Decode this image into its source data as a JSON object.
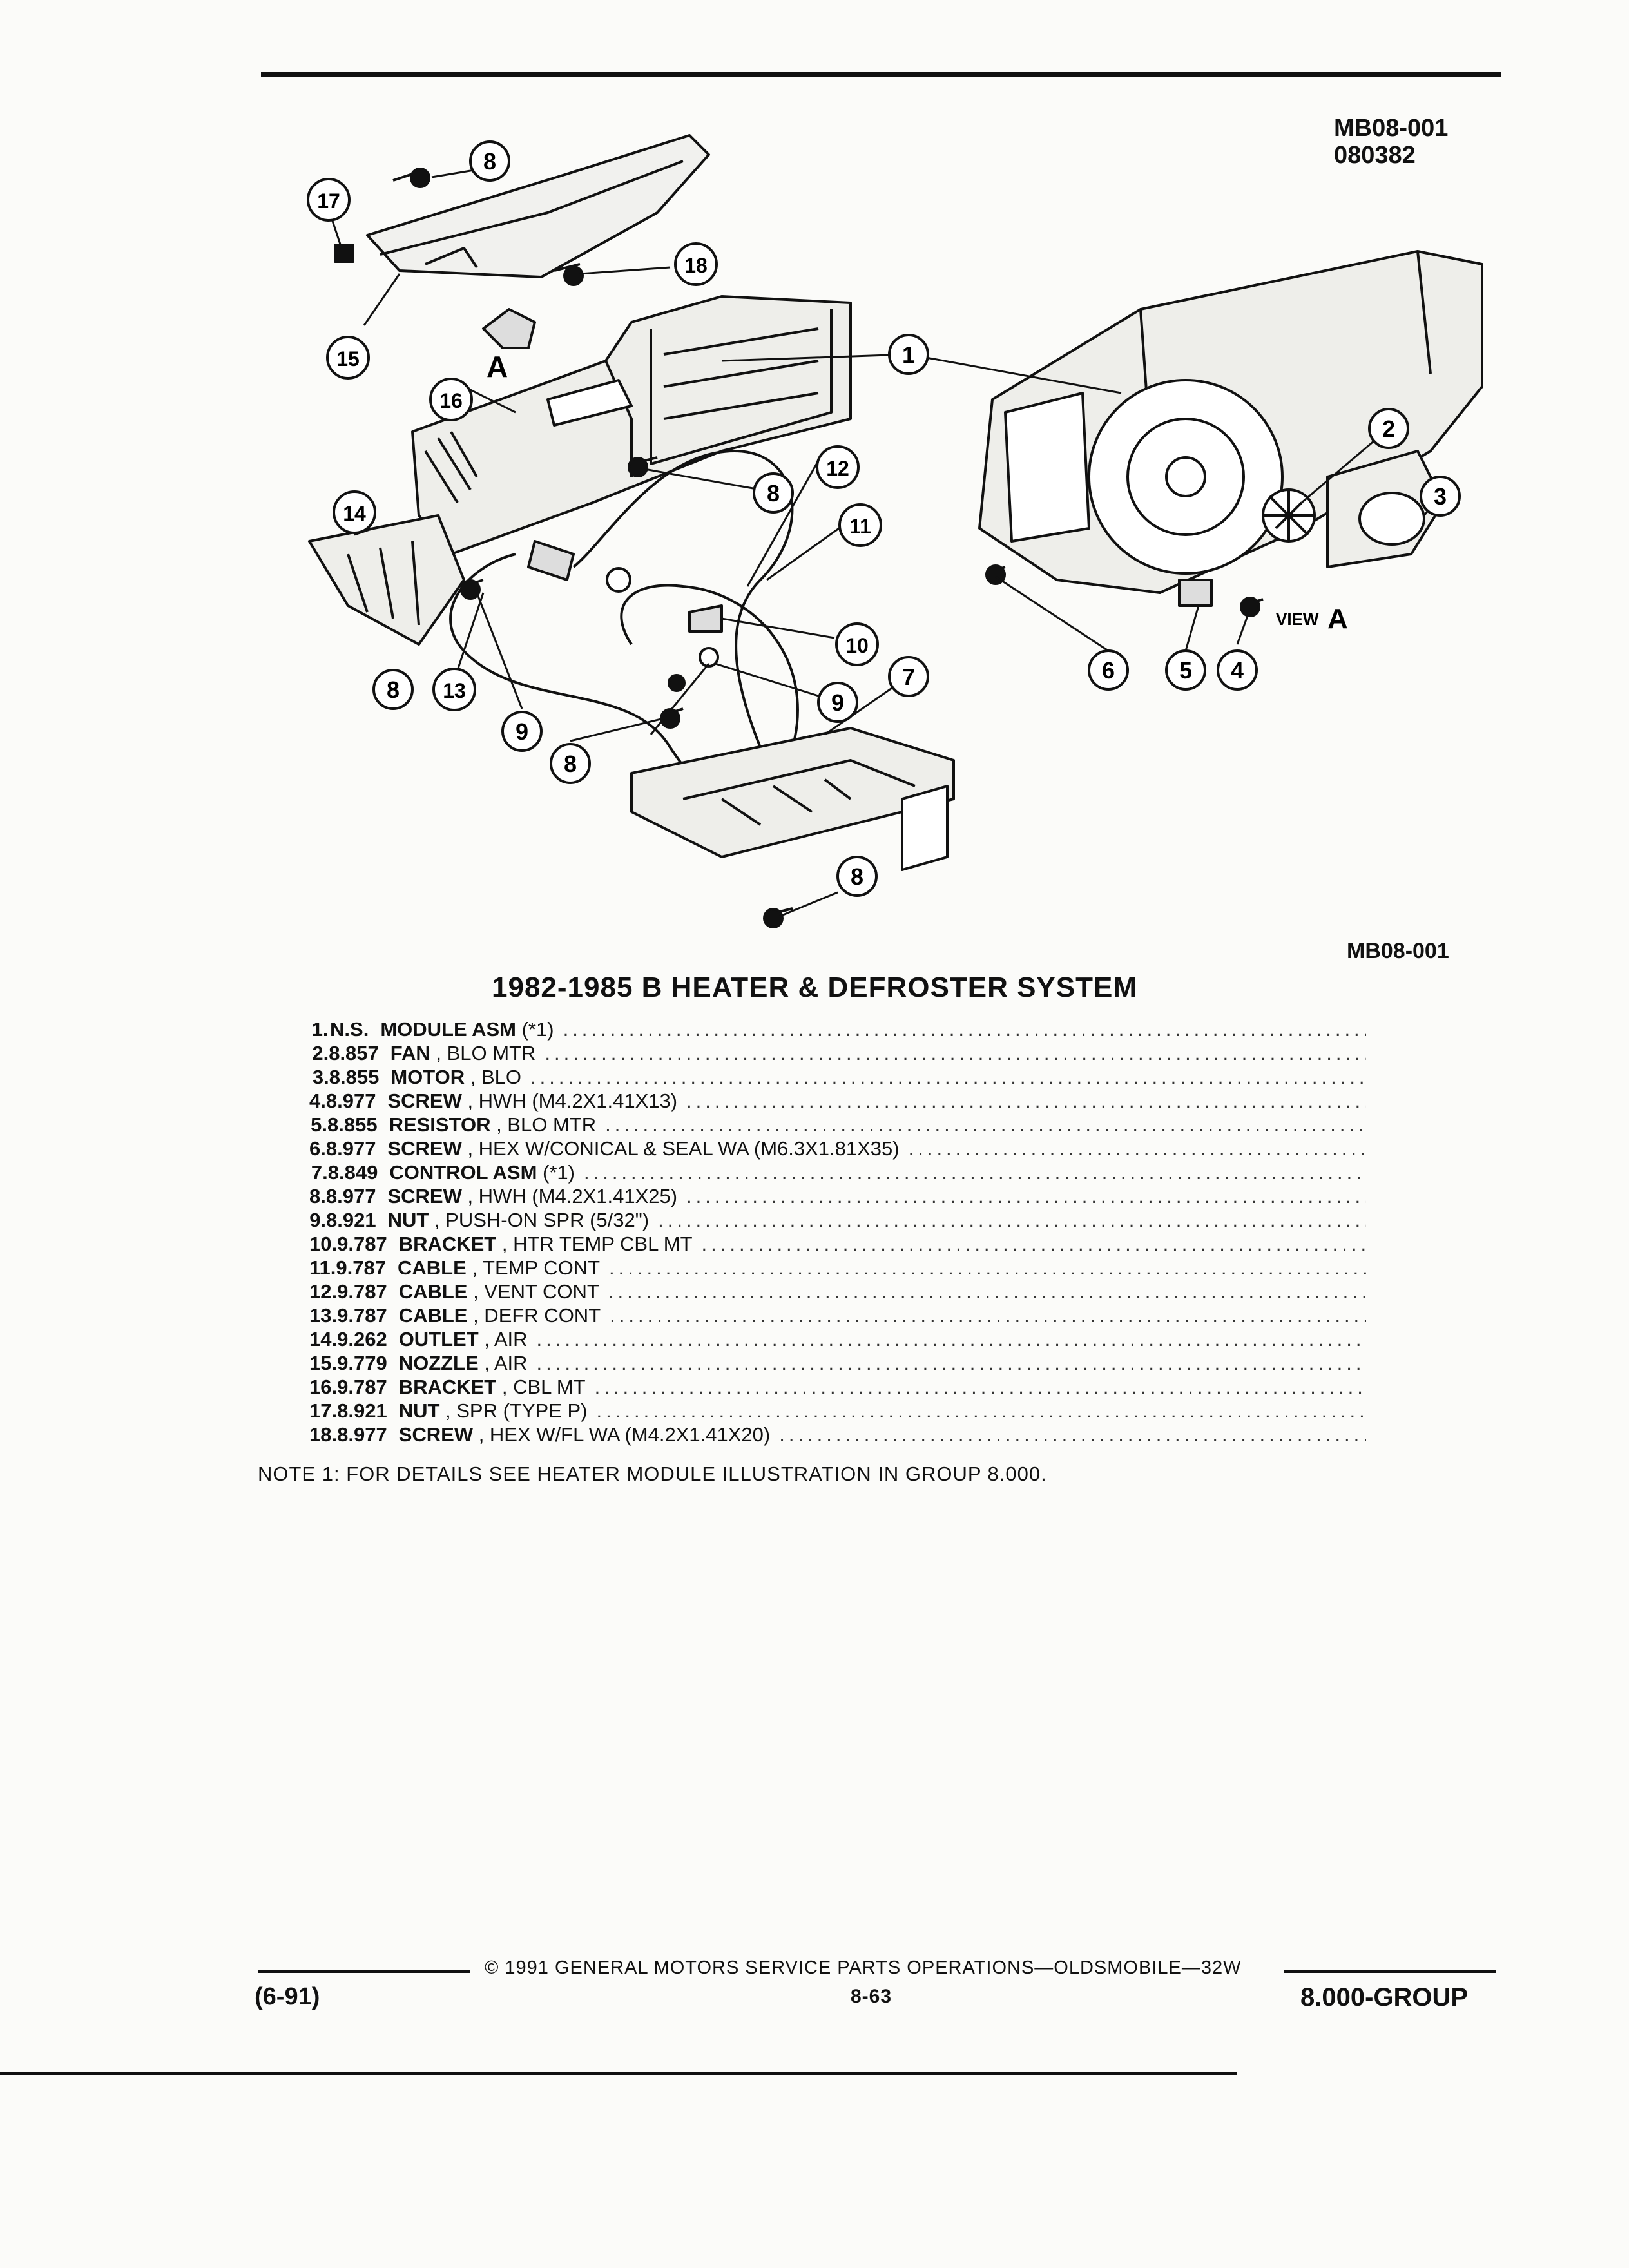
{
  "header": {
    "fig_code": "MB08-001",
    "fig_date": "080382",
    "fig_code_bottom": "MB08-001"
  },
  "title": "1982-1985 B HEATER & DEFROSTER SYSTEM",
  "diagram": {
    "view_label_a": "A",
    "view_label": "VIEW",
    "view_letter": "A",
    "callouts": [
      "1",
      "2",
      "3",
      "4",
      "5",
      "6",
      "7",
      "8",
      "8",
      "8",
      "8",
      "8",
      "9",
      "9",
      "10",
      "11",
      "12",
      "13",
      "14",
      "15",
      "16",
      "17",
      "18"
    ]
  },
  "parts": [
    {
      "num": "1.",
      "grp": "N.S.",
      "name": "MODULE ASM",
      "desc": " (*1)"
    },
    {
      "num": "2.",
      "grp": "8.857",
      "name": "FAN",
      "desc": " , BLO MTR"
    },
    {
      "num": "3.",
      "grp": "8.855",
      "name": "MOTOR",
      "desc": " , BLO"
    },
    {
      "num": "4.",
      "grp": "8.977",
      "name": "SCREW",
      "desc": " , HWH (M4.2X1.41X13)"
    },
    {
      "num": "5.",
      "grp": "8.855",
      "name": "RESISTOR",
      "desc": " , BLO MTR"
    },
    {
      "num": "6.",
      "grp": "8.977",
      "name": "SCREW",
      "desc": " , HEX W/CONICAL & SEAL WA (M6.3X1.81X35)"
    },
    {
      "num": "7.",
      "grp": "8.849",
      "name": "CONTROL ASM",
      "desc": " (*1)"
    },
    {
      "num": "8.",
      "grp": "8.977",
      "name": "SCREW",
      "desc": " , HWH (M4.2X1.41X25)"
    },
    {
      "num": "9.",
      "grp": "8.921",
      "name": "NUT",
      "desc": " , PUSH-ON SPR (5/32\")"
    },
    {
      "num": "10.",
      "grp": "9.787",
      "name": "BRACKET",
      "desc": " , HTR TEMP CBL MT"
    },
    {
      "num": "11.",
      "grp": "9.787",
      "name": "CABLE",
      "desc": " , TEMP CONT"
    },
    {
      "num": "12.",
      "grp": "9.787",
      "name": "CABLE",
      "desc": " , VENT CONT"
    },
    {
      "num": "13.",
      "grp": "9.787",
      "name": "CABLE",
      "desc": " , DEFR CONT"
    },
    {
      "num": "14.",
      "grp": "9.262",
      "name": "OUTLET",
      "desc": " , AIR"
    },
    {
      "num": "15.",
      "grp": "9.779",
      "name": "NOZZLE",
      "desc": " , AIR"
    },
    {
      "num": "16.",
      "grp": "9.787",
      "name": "BRACKET",
      "desc": " , CBL MT"
    },
    {
      "num": "17.",
      "grp": "8.921",
      "name": "NUT",
      "desc": " , SPR (TYPE P)"
    },
    {
      "num": "18.",
      "grp": "8.977",
      "name": "SCREW",
      "desc": " , HEX W/FL WA (M4.2X1.41X20)"
    }
  ],
  "note": "NOTE  1:  FOR DETAILS SEE HEATER MODULE ILLUSTRATION IN GROUP 8.000.",
  "footer": {
    "copyright": "© 1991 GENERAL MOTORS SERVICE PARTS OPERATIONS—OLDSMOBILE—32W",
    "page": "8-63",
    "date": "(6-91)",
    "group": "8.000-GROUP"
  }
}
